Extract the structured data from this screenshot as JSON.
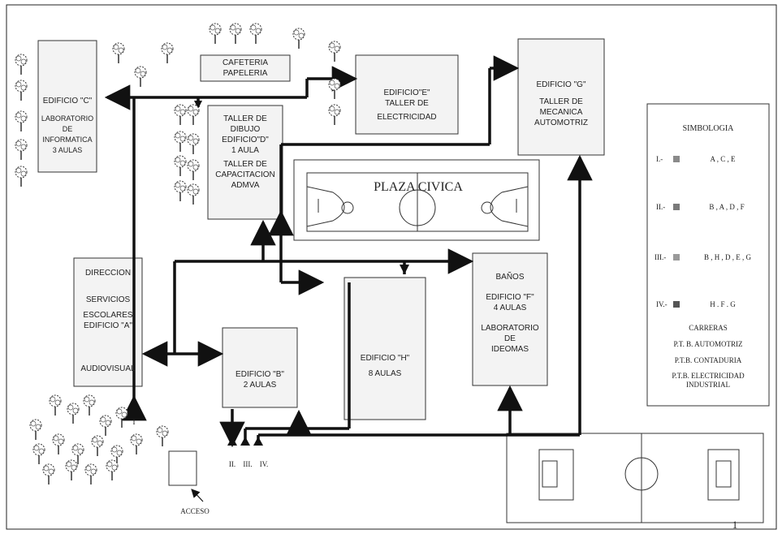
{
  "buildings": {
    "c": {
      "lines": [
        "EDIFICIO \"C\"",
        "LABORATORIO",
        "DE",
        "INFORMATICA",
        "3 AULAS"
      ]
    },
    "cafe": {
      "lines": [
        "CAFETERIA",
        "PAPELERIA"
      ]
    },
    "e": {
      "lines": [
        "EDIFICIO\"E\"",
        "TALLER DE",
        "ELECTRICIDAD"
      ]
    },
    "g": {
      "lines": [
        "EDIFICIO \"G\"",
        "TALLER DE",
        "MECANICA",
        "AUTOMOTRIZ"
      ]
    },
    "d": {
      "lines": [
        "TALLER DE",
        "DIBUJO",
        "EDIFICIO\"D\"",
        "1 AULA",
        "TALLER DE",
        "CAPACITACION",
        "ADMVA"
      ]
    },
    "plaza": {
      "label": "PLAZA CIVICA"
    },
    "a": {
      "lines": [
        "DIRECCION",
        "SERVICIOS",
        "ESCOLARES",
        "EDIFICIO \"A\"",
        "AUDIOVISUAL"
      ]
    },
    "b": {
      "lines": [
        "EDIFICIO \"B\"",
        "2 AULAS"
      ]
    },
    "h": {
      "lines": [
        "EDIFICIO \"H\"",
        "8 AULAS"
      ]
    },
    "f": {
      "lines": [
        "BAÑOS",
        "EDIFICIO \"F\"",
        "4 AULAS",
        "LABORATORIO",
        "DE",
        "IDEOMAS"
      ]
    }
  },
  "legend": {
    "title": "SIMBOLOGIA",
    "items": [
      {
        "num": "I.-",
        "buildings": "A , C , E",
        "color": "#8a8a8a"
      },
      {
        "num": "II.-",
        "buildings": "B , A , D , F",
        "color": "#7a7a7a"
      },
      {
        "num": "III.-",
        "buildings": "B , H , D , E , G",
        "color": "#9a9a9a"
      },
      {
        "num": "IV.-",
        "buildings": "H . F . G",
        "color": "#555555"
      }
    ],
    "careers_title": "CARRERAS",
    "careers": [
      "P.T. B. AUTOMOTRIZ",
      "P.T.B. CONTADURIA",
      "P.T.B. ELECTRICIDAD",
      "INDUSTRIAL"
    ]
  },
  "entrances": {
    "i": "I",
    "ii": "II.",
    "iii": "III.",
    "iv": "IV."
  },
  "access_label": "ACCESO",
  "page_number": "1"
}
